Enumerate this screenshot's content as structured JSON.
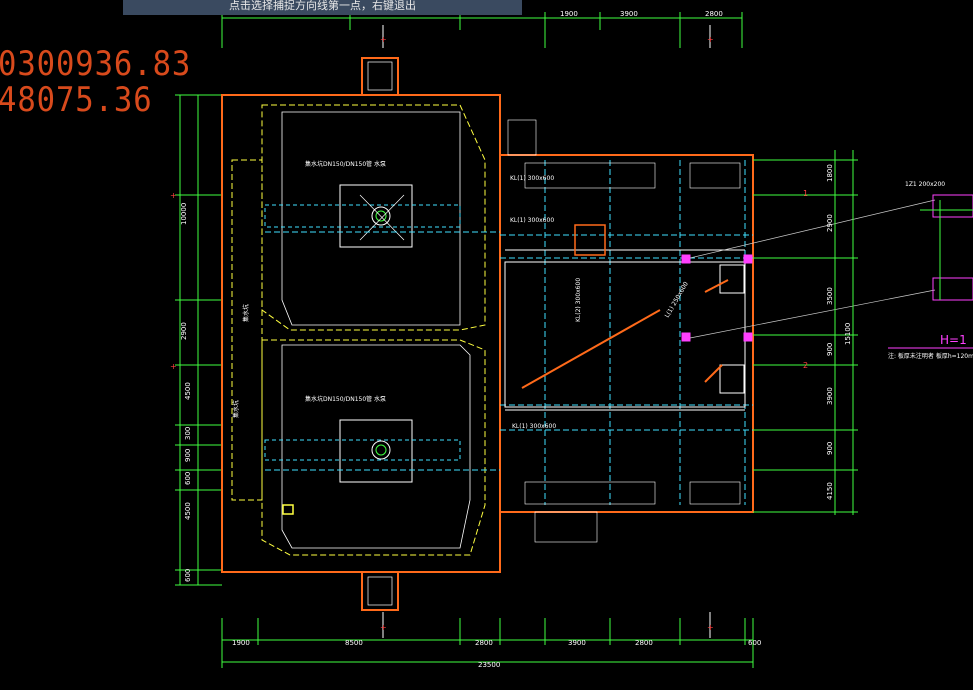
{
  "command_prompt": "点击选择捕捉方向线第一点，右键退出",
  "coordinates": {
    "x": "0300936.83",
    "y": "48075.36"
  },
  "top_dims": [
    "1900",
    "3900",
    "2800"
  ],
  "bottom_dims": [
    "1900",
    "8500",
    "2800",
    "3900",
    "2800",
    "600"
  ],
  "bottom_total": "23500",
  "left_dims": [
    "10000",
    "2900",
    "4500",
    "300",
    "900",
    "600",
    "4500",
    "600"
  ],
  "right_dims": [
    "1800",
    "2900",
    "3500",
    "900",
    "3900",
    "900",
    "4150"
  ],
  "right_total": "15100",
  "grid_marks": [
    "+",
    "+",
    "+",
    "+",
    "1",
    "2"
  ],
  "sump_labels": {
    "upper": "集水坑DN150/DN150管 水泵",
    "lower": "集水坑DN150/DN150管 水泵"
  },
  "beam_labels": [
    "KL(1) 300x600",
    "KL(1) 300x600",
    "KL(2) 300x600",
    "L(1) 250x600",
    "KL(1) 300x600"
  ],
  "side_labels": [
    "集水坑",
    "集水坑"
  ],
  "slab_note": "注: 板厚未注明者 板厚h=120mm",
  "right_partial": {
    "label": "H=1",
    "tag": "1Z1 200x200"
  },
  "colors": {
    "orange": "#ff6a1a",
    "yellow": "#ffff40",
    "green": "#40ff40",
    "cyan": "#40e0ff",
    "magenta": "#ff40ff",
    "white": "#ffffff"
  }
}
